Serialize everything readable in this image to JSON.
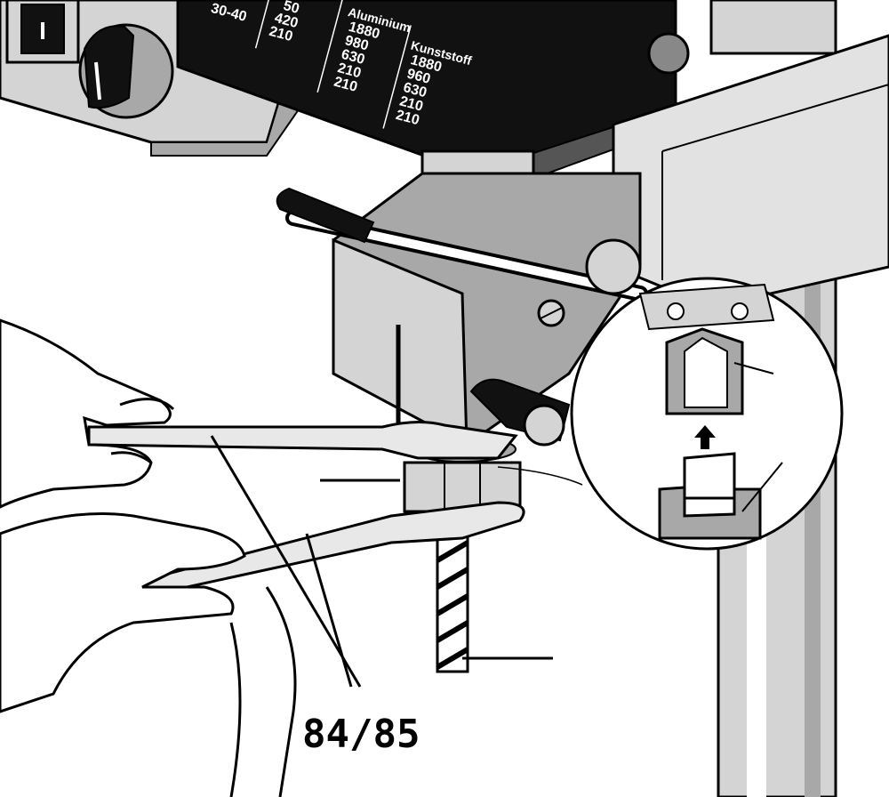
{
  "figure": {
    "callout_label": "84/85"
  },
  "speed_plate": {
    "col_material_left": "30-40",
    "col_mid_values": [
      "50",
      "420",
      "210"
    ],
    "col_alu_header": "Aluminium",
    "col_alu_values": [
      "1880",
      "980",
      "630",
      "210",
      "210"
    ],
    "col_plastic_header": "Kunststoff",
    "col_plastic_values": [
      "1880",
      "960",
      "630",
      "210",
      "210"
    ]
  },
  "switch": {
    "symbol": "I"
  },
  "colors": {
    "outline": "#000000",
    "housing": "#d4d4d4",
    "housing_dark": "#a8a8a8",
    "plate": "#111111",
    "background": "#ffffff"
  }
}
